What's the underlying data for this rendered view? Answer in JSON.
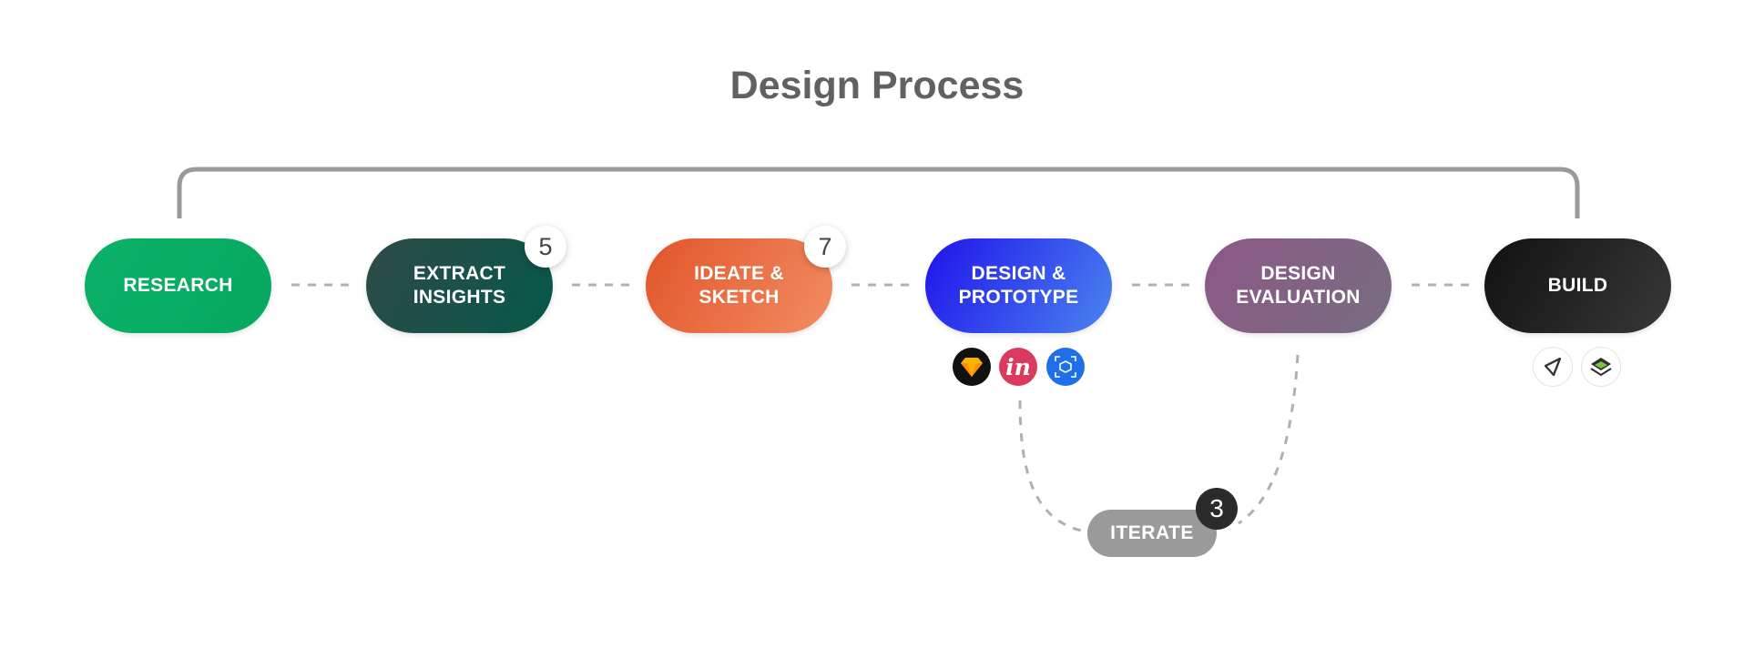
{
  "title": "Design Process",
  "steps": [
    {
      "label": "RESEARCH",
      "gradient": [
        "#0ab168",
        "#07a860"
      ]
    },
    {
      "label": "EXTRACT\nINSIGHTS",
      "badge": "5",
      "gradient": [
        "#2f4a47",
        "#06584a"
      ]
    },
    {
      "label": "IDEATE &\nSKETCH",
      "badge": "7",
      "gradient": [
        "#e2552a",
        "#f28c62"
      ]
    },
    {
      "label": "DESIGN &\nPROTOTYPE",
      "gradient": [
        "#1f13ec",
        "#4a84ee"
      ]
    },
    {
      "label": "DESIGN\nEVALUATION",
      "gradient": [
        "#8c5886",
        "#786d82"
      ]
    },
    {
      "label": "BUILD",
      "gradient": [
        "#111111",
        "#383838"
      ]
    }
  ],
  "iterate": {
    "label": "ITERATE",
    "badge": "3"
  },
  "tools": {
    "prototype": [
      "sketch-icon",
      "invision-icon",
      "framer-icon"
    ],
    "build": [
      "unity-icon",
      "layers-icon"
    ]
  },
  "colors": {
    "connector": "#b0b0b0",
    "bracket": "#9a9a9a",
    "title": "#616161"
  }
}
